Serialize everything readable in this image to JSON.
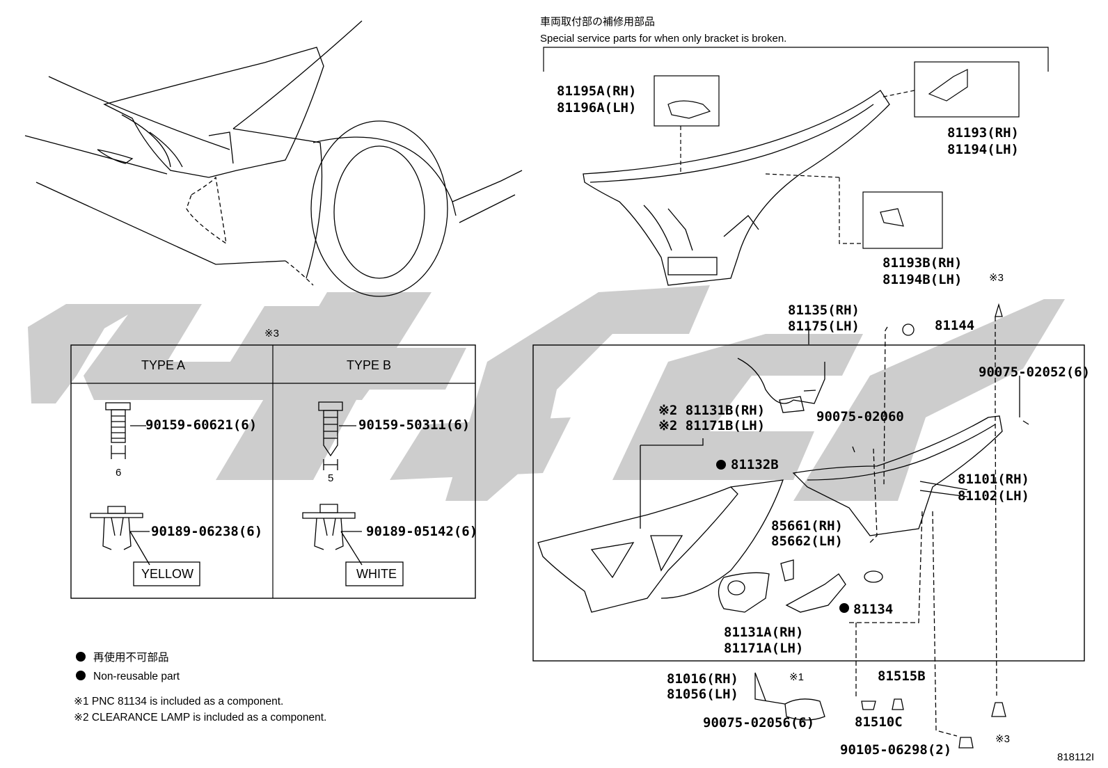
{
  "header": {
    "jp": "車両取付部の補修用部品",
    "en": "Special service parts for when only bracket is broken."
  },
  "brackets": {
    "a_rh": "81195A(RH)",
    "a_lh": "81196A(LH)",
    "n_rh": "81193(RH)",
    "n_lh": "81194(LH)",
    "b_rh": "81193B(RH)",
    "b_lh": "81194B(LH)"
  },
  "fastener_table": {
    "ref_mark": "※3",
    "type_a": "TYPE A",
    "type_b": "TYPE B",
    "bolt_a": "90159-60621(6)",
    "bolt_a_dim": "6",
    "bolt_b": "90159-50311(6)",
    "bolt_b_dim": "5",
    "clip_a": "90189-06238(6)",
    "clip_a_color": "YELLOW",
    "clip_b": "90189-05142(6)",
    "clip_b_color": "WHITE"
  },
  "parts": {
    "wire_rh": "81135(RH)",
    "wire_lh": "81175(LH)",
    "p81144": "81144",
    "ref3_top": "※3",
    "screw_6": "90075-02052(6)",
    "screw_60": "90075-02060",
    "clr_rh": "※2 81131B(RH)",
    "clr_lh": "※2 81171B(LH)",
    "p81132b": "81132B",
    "lamp_rh": "81101(RH)",
    "lamp_lh": "81102(LH)",
    "sock_rh": "85661(RH)",
    "sock_lh": "85662(LH)",
    "p81134": "81134",
    "fog_rh": "81131A(RH)",
    "fog_lh": "81171A(LH)",
    "ecu_rh": "81016(RH)",
    "ecu_lh": "81056(LH)",
    "ref1": "※1",
    "screw_56": "90075-02056(6)",
    "p81515b": "81515B",
    "p81510c": "81510C",
    "screw_98": "90105-06298(2)",
    "ref3_bot": "※3",
    "diagram_id": "818112I"
  },
  "legend": {
    "jp": "再使用不可部品",
    "en": "Non-reusable part",
    "note1": "※1 PNC 81134 is included as a component.",
    "note2": "※2 CLEARANCE LAMP is included as a component."
  }
}
